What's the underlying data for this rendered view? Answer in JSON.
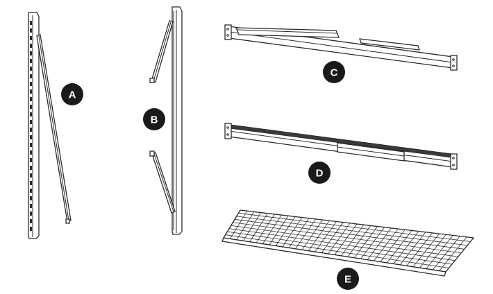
{
  "parts": [
    {
      "id": "A",
      "label": "A"
    },
    {
      "id": "B",
      "label": "B"
    },
    {
      "id": "C",
      "label": "C"
    },
    {
      "id": "D",
      "label": "D"
    },
    {
      "id": "E",
      "label": "E"
    }
  ],
  "colors": {
    "line": "#2b2b2b",
    "badge": "#1a1a1a",
    "background": "#ffffff",
    "fill": "#ffffff"
  }
}
